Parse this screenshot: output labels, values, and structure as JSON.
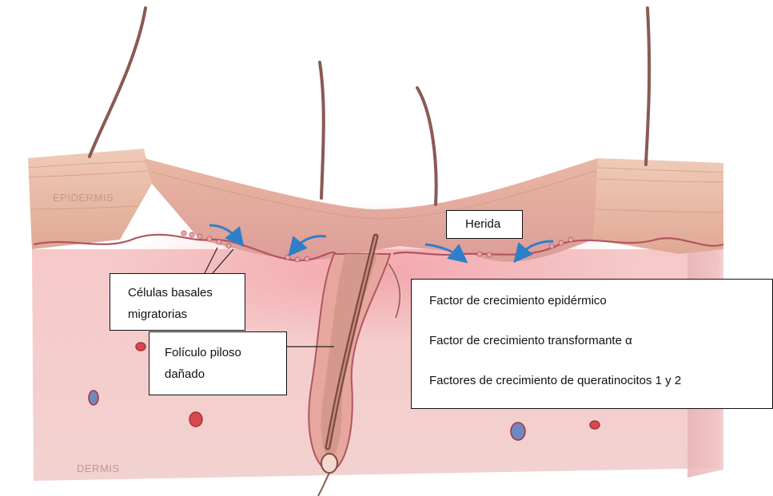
{
  "diagram": {
    "layer_labels": {
      "epidermis": "EPIDERMIS",
      "dermis": "DERMIS"
    },
    "callouts": {
      "herida": "Herida",
      "basal_cells": [
        "Células basales",
        "migratorias"
      ],
      "damaged_follicle": [
        "Folículo piloso",
        "dañado"
      ],
      "growth_factors": [
        "Factor de crecimiento epidérmico",
        "Factor de crecimiento transformante α",
        "Factores de crecimiento de queratinocitos 1 y 2"
      ]
    },
    "colors": {
      "dermis": "#f2c4c6",
      "epidermis": "#e7b7a2",
      "wound_bed": "#e8a8a4",
      "basal_cells": "#c76a70",
      "hair": "#8a5a52",
      "arrow": "#2f7fc8"
    }
  }
}
